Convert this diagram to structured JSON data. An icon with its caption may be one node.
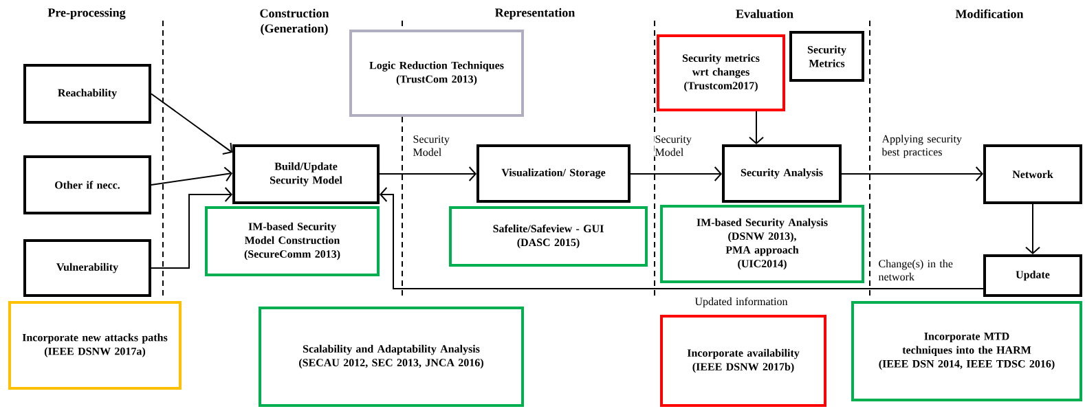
{
  "diagram": {
    "nodes": [
      {
        "text": [
          "Reachability"
        ]
      },
      {
        "text": [
          "Other if necc."
        ]
      },
      {
        "text": [
          "Vulnerability"
        ]
      },
      {
        "text": [
          "Incorporate new attacks paths",
          "(IEEE DSNW 2017a)"
        ]
      },
      {
        "text": [
          "Build/Update Security Model"
        ]
      },
      {
        "text": [
          "IM-based Security Model Construction",
          "(SecureComm 2013)"
        ]
      },
      {
        "text": [
          "Scalability and Adaptability Analysis",
          "(SECAU 2012, SEC 2013, JNCA 2016)"
        ]
      },
      {
        "text": [
          "Logic Reduction Techniques",
          "(TrustCom 2013)"
        ]
      },
      {
        "text": [
          "Visualization/ Storage"
        ]
      },
      {
        "text": [
          "Safelite/Safeview - GUI",
          "(DASC 2015)"
        ]
      },
      {
        "text": [
          "Security metrics wrt changes",
          "(Trustcom2017)"
        ]
      },
      {
        "text": [
          "Security Metrics"
        ]
      },
      {
        "text": [
          "Security Analysis"
        ]
      },
      {
        "text": [
          "IM-based Security Analysis",
          "(DSNW 2013),",
          "PMA approach",
          "(UIC2014)"
        ]
      },
      {
        "text": [
          "Incorporate availability",
          "(IEEE DSNW 2017b)"
        ]
      },
      {
        "text": [
          "Network"
        ]
      },
      {
        "text": [
          "Update"
        ]
      },
      {
        "text": [
          "Incorporate MTD techniques into the HARM",
          "(IEEE DSN 2014, IEEE TDSC 2016)"
        ]
      }
    ],
    "edges": [
      {
        "from": 0,
        "to": 4,
        "arrow": "to"
      },
      {
        "from": 1,
        "to": 4,
        "arrow": "to"
      },
      {
        "from": 2,
        "to": 4,
        "arrow": "to"
      },
      {
        "from": 4,
        "to": 8,
        "arrow": "to",
        "label": "Security Model"
      },
      {
        "from": 8,
        "to": 12,
        "arrow": "to",
        "label": "Security Model"
      },
      {
        "from": 10,
        "to": 12,
        "arrow": "to"
      },
      {
        "from": 12,
        "to": 15,
        "arrow": "to",
        "label": "Applying security best practices"
      },
      {
        "from": 15,
        "to": 16,
        "arrow": "to"
      },
      {
        "from": 16,
        "to": 4,
        "arrow": "to",
        "label": "Change(s) in the network"
      }
    ],
    "labels": [
      "Pre-processing",
      "Construction (Generation)",
      "Representation",
      "Evaluation",
      "Modification",
      "Updated information"
    ]
  }
}
